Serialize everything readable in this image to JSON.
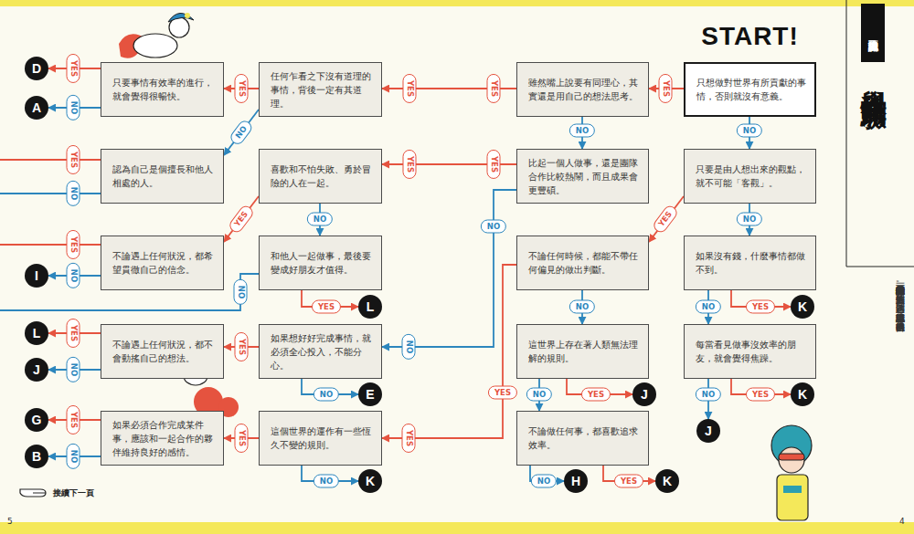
{
  "diagram": {
    "title": "學科性向測驗",
    "caption": "這是根據一千七百五十七位學者的思考特質所設計的學科性向測驗。請依照你的第一直覺，迅速回答問題，就能讓你更認識自己，找出最適合自己的學科！",
    "nodes": [
      {
        "text": [
          "只要事情有效率的進行，就會覺得很暢快。"
        ]
      },
      {
        "text": [
          "任何乍看之下沒有道理的事情，背後一定有其道理。"
        ]
      },
      {
        "text": [
          "雖然嘴上說要有同理心，其實還是用自己的想法思考。"
        ]
      },
      {
        "text": [
          "只想做對世界有所貢獻的事情，否則就沒有意義。"
        ]
      },
      {
        "text": [
          "認為自己是個擅長和他人相處的人。"
        ]
      },
      {
        "text": [
          "喜歡和不怕失敗、勇於冒險的人在一起。"
        ]
      },
      {
        "text": [
          "比起一個人做事，還是團隊合作比較熱鬧，而且成果會更豐碩。"
        ]
      },
      {
        "text": [
          "只要是由人想出來的觀點，就不可能「客觀」。"
        ]
      },
      {
        "text": [
          "不論遇上任何狀況，都希望貫徹自己的信念。"
        ]
      },
      {
        "text": [
          "和他人一起做事，最後要變成好朋友才值得。"
        ]
      },
      {
        "text": [
          "不論任何時候，都能不帶任何偏見的做出判斷。"
        ]
      },
      {
        "text": [
          "如果沒有錢，什麼事情都做不到。"
        ]
      },
      {
        "text": [
          "不論遇上任何狀況，都不會動搖自己的想法。"
        ]
      },
      {
        "text": [
          "如果想好好完成事情，就必須全心投入，不能分心。"
        ]
      },
      {
        "text": [
          "這世界上存在著人類無法理解的規則。"
        ]
      },
      {
        "text": [
          "每當看見做事沒效率的朋友，就會覺得焦躁。"
        ]
      },
      {
        "text": [
          "如果必須合作完成某件事，應該和一起合作的夥伴維持良好的感情。"
        ]
      },
      {
        "text": [
          "這個世界的運作有一些恆久不變的規則。"
        ]
      },
      {
        "text": [
          "不論做任何事，都喜歡追求效率。"
        ]
      },
      {
        "text": [
          "D"
        ]
      },
      {
        "text": [
          "A"
        ]
      },
      {
        "text": [
          "I"
        ]
      },
      {
        "text": [
          "L"
        ]
      },
      {
        "text": [
          "J"
        ]
      },
      {
        "text": [
          "G"
        ]
      },
      {
        "text": [
          "B"
        ]
      },
      {
        "text": [
          "L"
        ]
      },
      {
        "text": [
          "E"
        ]
      },
      {
        "text": [
          "K"
        ]
      },
      {
        "text": [
          "J"
        ]
      },
      {
        "text": [
          "H"
        ]
      },
      {
        "text": [
          "K"
        ]
      },
      {
        "text": [
          "K"
        ]
      },
      {
        "text": [
          "K"
        ]
      },
      {
        "text": [
          "J"
        ]
      }
    ],
    "edges": [
      {
        "from": 3,
        "to": 2,
        "arrow": "to",
        "label": "YES"
      },
      {
        "from": 3,
        "to": 7,
        "arrow": "to",
        "label": "NO"
      },
      {
        "from": 2,
        "to": 1,
        "arrow": "to",
        "label": "YES"
      },
      {
        "from": 2,
        "to": 6,
        "arrow": "to",
        "label": "NO"
      },
      {
        "from": 1,
        "to": 0,
        "arrow": "to",
        "label": "YES"
      },
      {
        "from": 1,
        "to": 4,
        "arrow": "to",
        "label": "NO"
      },
      {
        "from": 0,
        "to": 19,
        "arrow": "to",
        "label": "YES"
      },
      {
        "from": 0,
        "to": 20,
        "arrow": "to",
        "label": "NO"
      },
      {
        "from": 6,
        "to": 5,
        "arrow": "to",
        "label": "YES"
      },
      {
        "from": 6,
        "to": 13,
        "arrow": "to",
        "label": "NO"
      },
      {
        "from": 7,
        "to": 10,
        "arrow": "to",
        "label": "YES"
      },
      {
        "from": 7,
        "to": 11,
        "arrow": "to",
        "label": "NO"
      },
      {
        "from": 5,
        "to": 8,
        "arrow": "to",
        "label": "YES"
      },
      {
        "from": 5,
        "to": 9,
        "arrow": "to",
        "label": "NO"
      },
      {
        "from": 10,
        "to": 17,
        "arrow": "to",
        "label": "YES"
      },
      {
        "from": 10,
        "to": 14,
        "arrow": "to",
        "label": "NO"
      },
      {
        "from": 9,
        "to": 26,
        "arrow": "to",
        "label": "YES"
      },
      {
        "from": 8,
        "to": 21,
        "arrow": "to",
        "label": "NO"
      },
      {
        "from": 13,
        "to": 12,
        "arrow": "to",
        "label": "YES"
      },
      {
        "from": 13,
        "to": 27,
        "arrow": "to",
        "label": "NO"
      },
      {
        "from": 12,
        "to": 22,
        "arrow": "to",
        "label": "YES"
      },
      {
        "from": 12,
        "to": 23,
        "arrow": "to",
        "label": "NO"
      },
      {
        "from": 14,
        "to": 29,
        "arrow": "to",
        "label": "YES"
      },
      {
        "from": 14,
        "to": 18,
        "arrow": "to",
        "label": "NO"
      },
      {
        "from": 11,
        "to": 32,
        "arrow": "to",
        "label": "YES"
      },
      {
        "from": 11,
        "to": 15,
        "arrow": "to",
        "label": "NO"
      },
      {
        "from": 15,
        "to": 33,
        "arrow": "to",
        "label": "YES"
      },
      {
        "from": 15,
        "to": 34,
        "arrow": "to",
        "label": "NO"
      },
      {
        "from": 17,
        "to": 16,
        "arrow": "to",
        "label": "YES"
      },
      {
        "from": 17,
        "to": 28,
        "arrow": "to",
        "label": "NO"
      },
      {
        "from": 16,
        "to": 24,
        "arrow": "to",
        "label": "YES"
      },
      {
        "from": 16,
        "to": 25,
        "arrow": "to",
        "label": "NO"
      },
      {
        "from": 18,
        "to": 30,
        "arrow": "to",
        "label": "NO"
      },
      {
        "from": 18,
        "to": 31,
        "arrow": "to",
        "label": "YES"
      }
    ],
    "labels": [
      "START!",
      "更認識自己的",
      "YES",
      "YES",
      "NO",
      "YES",
      "YES",
      "NO",
      "YES",
      "NO",
      "接續下一頁",
      "5",
      "4"
    ]
  }
}
